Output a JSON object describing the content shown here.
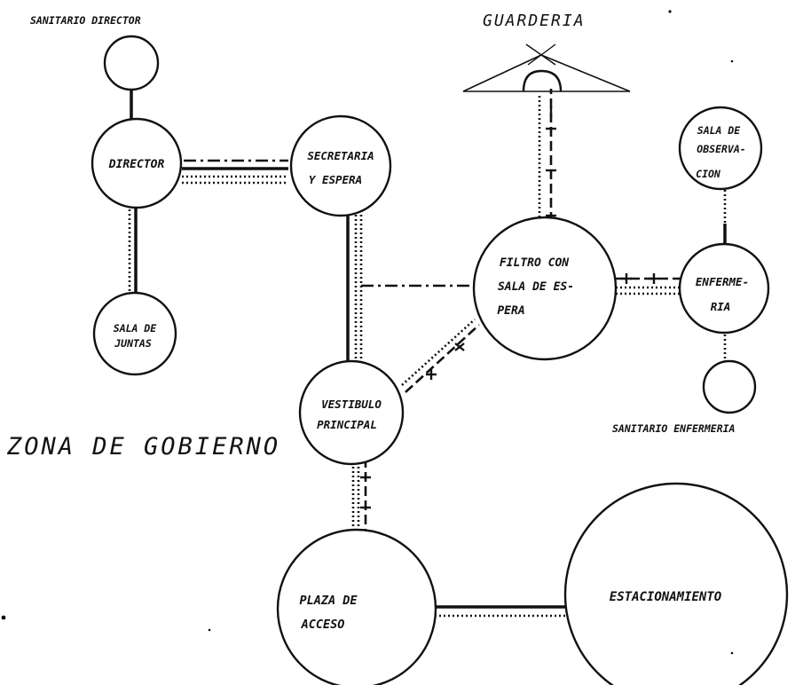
{
  "title": "ZONA DE GOBIERNO",
  "nodes": {
    "sanitario_director": {
      "label": "SANITARIO DIRECTOR"
    },
    "director": {
      "lines": [
        "DIRECTOR"
      ]
    },
    "secretaria": {
      "lines": [
        "SECRETARIA",
        "Y ESPERA"
      ]
    },
    "sala_juntas": {
      "lines": [
        "SALA DE",
        "JUNTAS"
      ]
    },
    "guarderia": {
      "label": "GUARDERIA"
    },
    "sala_observacion": {
      "lines": [
        "SALA DE",
        "OBSERVA-",
        "CION"
      ]
    },
    "filtro": {
      "lines": [
        "FILTRO CON",
        "SALA DE ES-",
        "PERA"
      ]
    },
    "enfermeria": {
      "lines": [
        "ENFERME-",
        "RIA"
      ]
    },
    "sanitario_enfermeria": {
      "label": "SANITARIO ENFERMERIA"
    },
    "vestibulo": {
      "lines": [
        "VESTIBULO",
        "PRINCIPAL"
      ]
    },
    "plaza": {
      "lines": [
        "PLAZA DE",
        "ACCESO"
      ]
    },
    "estacionamiento": {
      "lines": [
        "ESTACIONAMIENTO"
      ]
    }
  }
}
